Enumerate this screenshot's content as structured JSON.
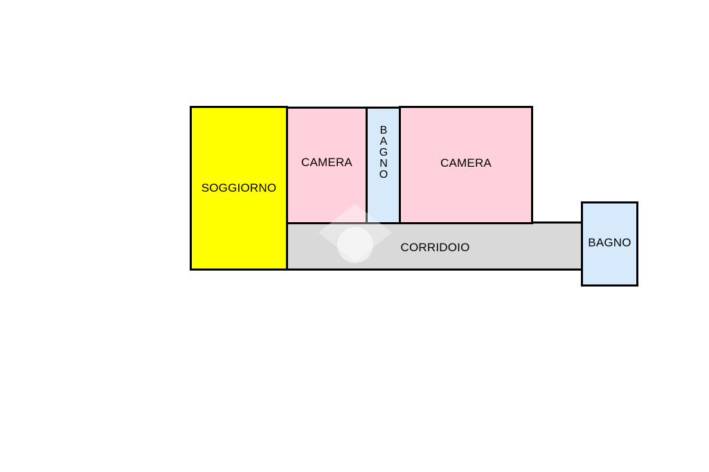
{
  "floorplan": {
    "rooms": {
      "soggiorno": {
        "label": "SOGGIORNO",
        "color": "#ffff00"
      },
      "camera_1": {
        "label": "CAMERA",
        "color": "#ffd1dc"
      },
      "bagno_1": {
        "label": "BAGNO",
        "letters": [
          "B",
          "A",
          "G",
          "N",
          "O"
        ],
        "color": "#d6eafc"
      },
      "camera_2": {
        "label": "CAMERA",
        "color": "#ffd1dc"
      },
      "corridoio": {
        "label": "CORRIDOIO",
        "color": "#d9d9d9"
      },
      "bagno_2": {
        "label": "BAGNO",
        "color": "#d6eafc"
      }
    },
    "watermark_icon": "house-logo-icon"
  }
}
